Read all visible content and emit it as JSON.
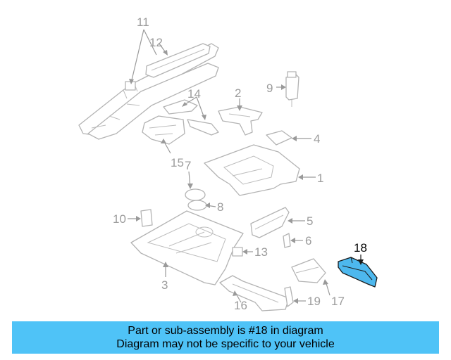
{
  "diagram": {
    "callouts": [
      "1",
      "2",
      "3",
      "4",
      "5",
      "6",
      "7",
      "8",
      "9",
      "10",
      "11",
      "12",
      "13",
      "14",
      "15",
      "16",
      "17",
      "18",
      "19"
    ],
    "highlighted_part": "18",
    "colors": {
      "highlight": "#4db8ee",
      "banner": "#4fc3f7",
      "line": "#b3b3b3",
      "label": "#9c9c9c"
    }
  },
  "banner": {
    "line1": "Part or sub-assembly is #18 in diagram",
    "line2": "Diagram may not be specific to your vehicle"
  }
}
